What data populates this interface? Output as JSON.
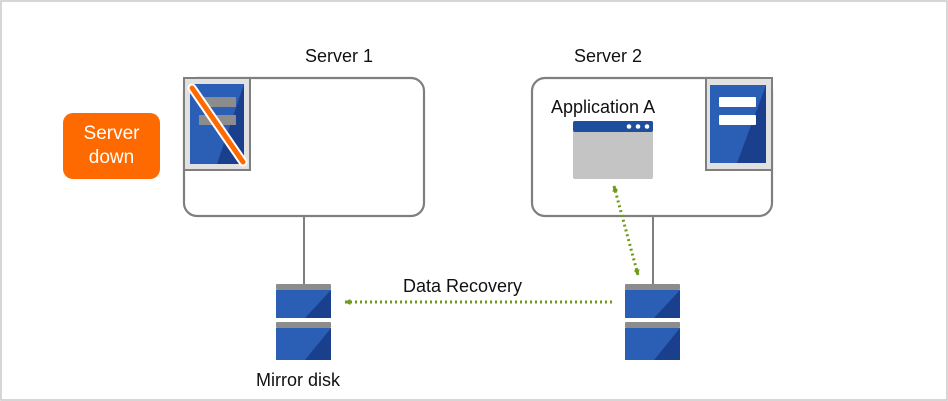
{
  "diagram": {
    "server1_label": "Server 1",
    "server2_label": "Server 2",
    "application_label": "Application A",
    "status_badge_text": "Server\ndown",
    "data_recovery_label": "Data Recovery",
    "mirror_disk_label": "Mirror disk"
  },
  "colors": {
    "frame_gray": "#c8c8c8",
    "box_border": "#7f7f7f",
    "server_blue": "#2b5fb5",
    "server_blue_dark": "#1a3f8c",
    "server_panel_bg": "#e1e1e1",
    "failure_orange": "#ff6a00",
    "arrow_green": "#6f9a1a",
    "window_gray": "#c4c4c4",
    "window_header_blue": "#1f4e9f"
  },
  "icons": {
    "server1": "server-down-icon",
    "server2": "server-icon",
    "application": "application-window-icon",
    "disk": "disk-icon"
  }
}
